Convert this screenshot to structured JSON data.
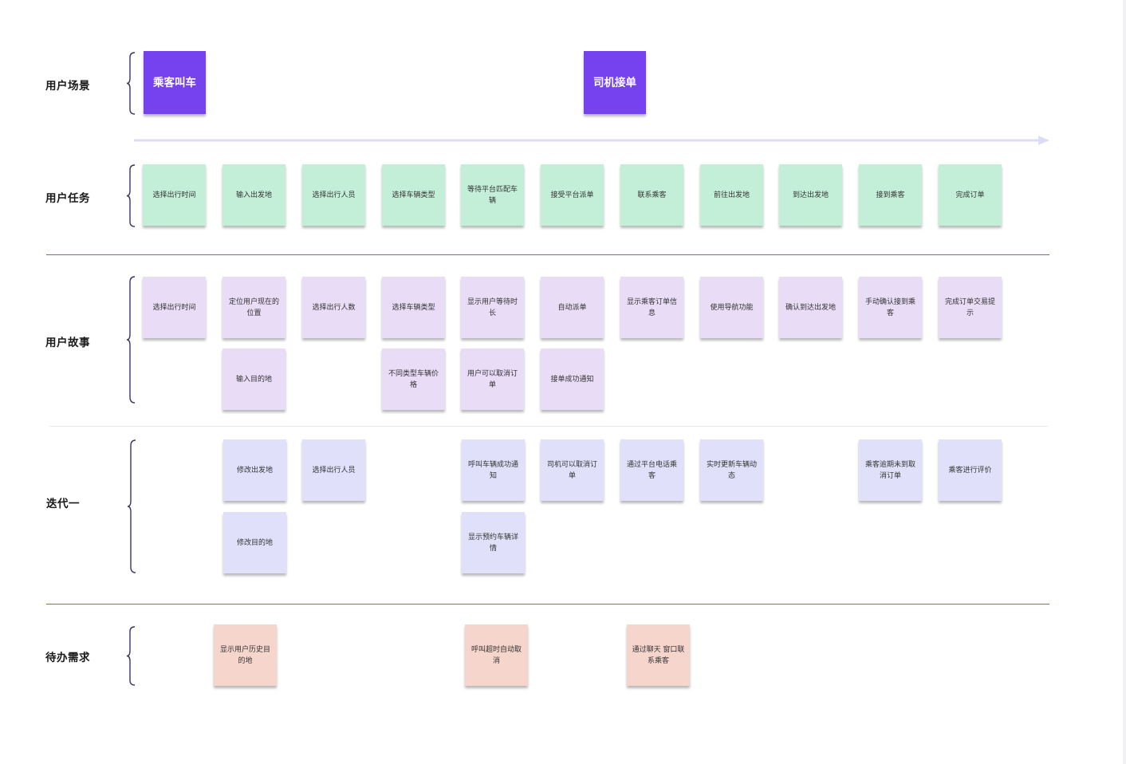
{
  "rows": {
    "scenario": "用户场景",
    "tasks": "用户任务",
    "stories": "用户故事",
    "iteration": "迭代一",
    "backlog": "待办需求"
  },
  "scenarios": [
    "乘客叫车",
    "司机接单"
  ],
  "tasks": [
    "选择出行时间",
    "输入出发地",
    "选择出行人员",
    "选择车辆类型",
    "等待平台匹配车辆",
    "接受平台派单",
    "联系乘客",
    "前往出发地",
    "到达出发地",
    "接到乘客",
    "完成订单"
  ],
  "stories_row1": [
    "选择出行时间",
    "定位用户现在的位置",
    "选择出行人数",
    "选择车辆类型",
    "显示用户等待时长",
    "自动派单",
    "显示乘客订单信息",
    "使用导航功能",
    "确认到达出发地",
    "手动确认接到乘客",
    "完成订单交易提示"
  ],
  "stories_row2": [
    "输入目的地",
    "不同类型车辆价格",
    "用户可以取消订单",
    "接单成功通知"
  ],
  "iteration_row1": [
    "修改出发地",
    "选择出行人员",
    "呼叫车辆成功通知",
    "司机可以取消订单",
    "通过平台电话乘客",
    "实时更新车辆动态",
    "乘客逾期未到取消订单",
    "乘客进行评价"
  ],
  "iteration_row2": [
    "修改目的地",
    "显示预约车辆详情"
  ],
  "backlog": [
    "显示用户历史目的地",
    "呼叫超时自动取消",
    "通过聊天 窗口联系乘客"
  ],
  "colors": {
    "scenario": "#7642f0",
    "task": "#c3efd9",
    "story": "#e8dcf7",
    "iteration": "#e0e0fa",
    "backlog": "#f6d5cc",
    "divider": "#7c5ce0"
  }
}
